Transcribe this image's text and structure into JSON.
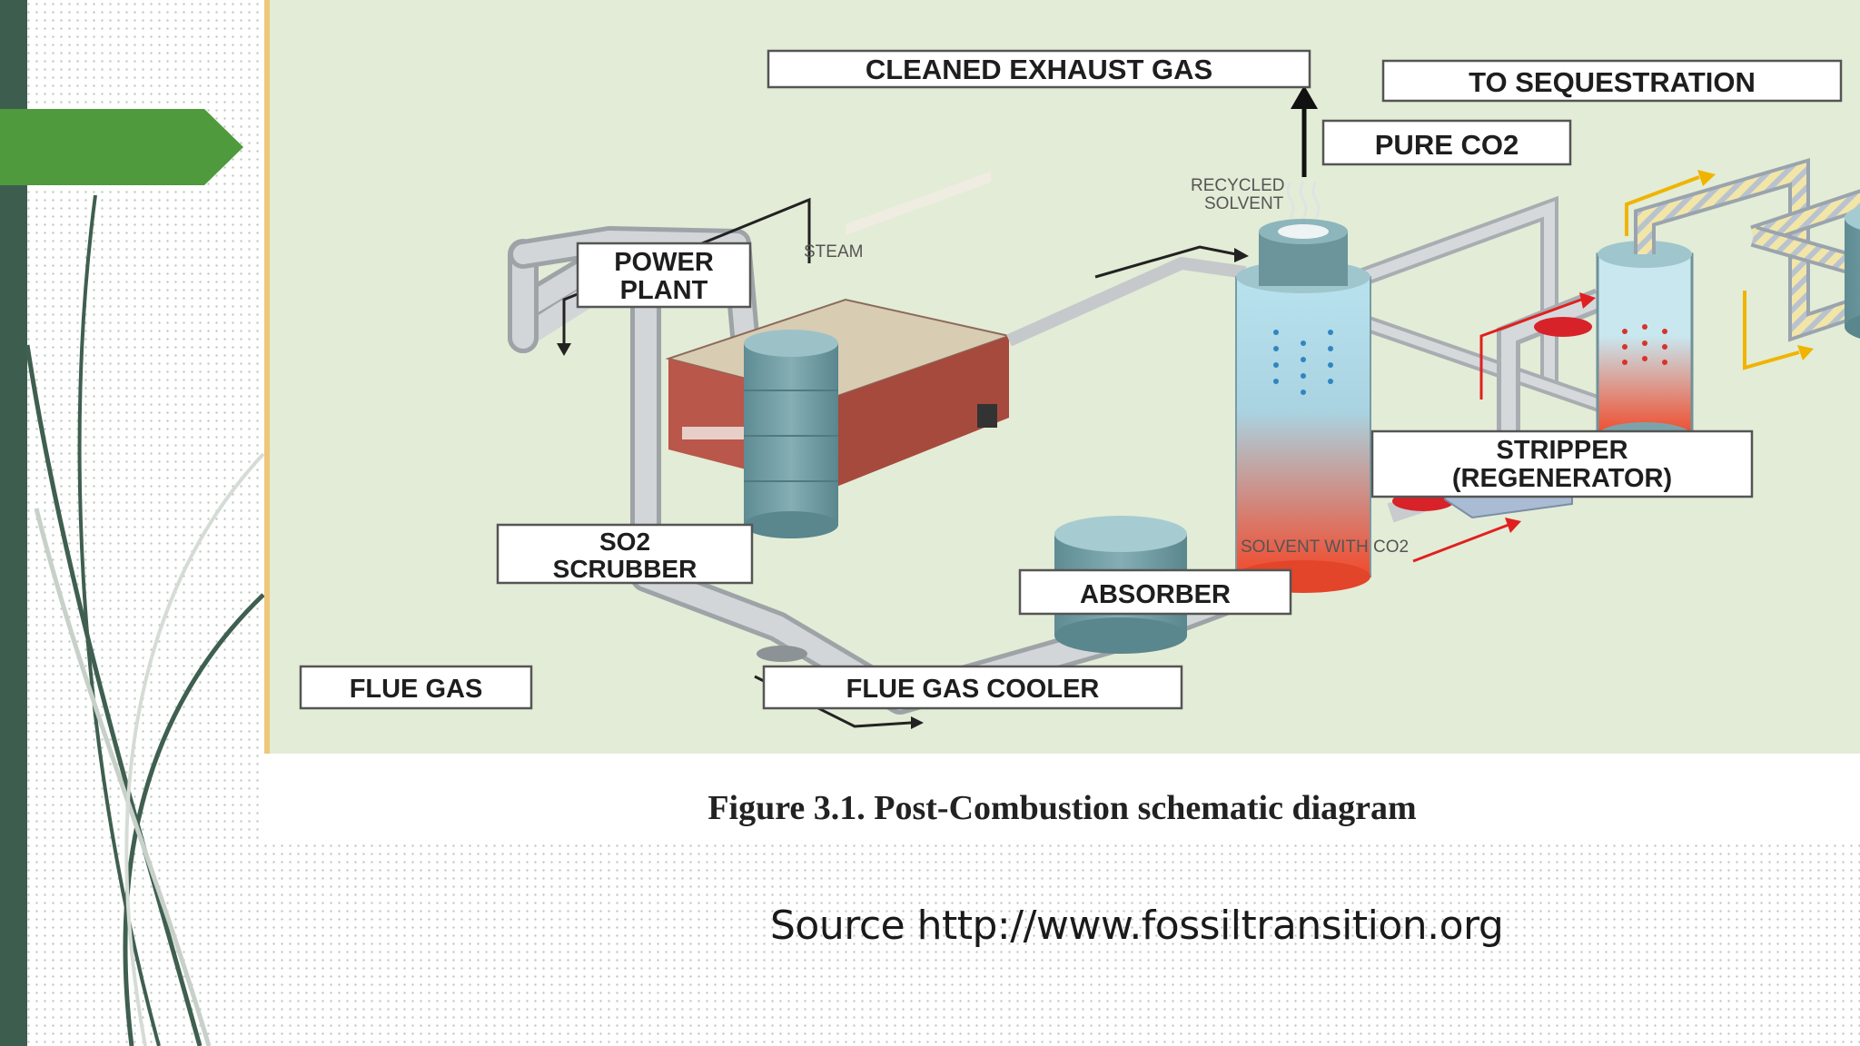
{
  "slide": {
    "source_text": "Source http://www.fossiltransition.org"
  },
  "figure": {
    "caption": "Figure 3.1. Post-Combustion schematic diagram",
    "labels": {
      "cleaned_exhaust_gas": "CLEANED EXHAUST GAS",
      "to_sequestration": "TO SEQUESTRATION",
      "pure_co2": "PURE CO2",
      "power_plant_line1": "POWER",
      "power_plant_line2": "PLANT",
      "so2_scrubber_line1": "SO2",
      "so2_scrubber_line2": "SCRUBBER",
      "stripper_line1": "STRIPPER",
      "stripper_line2": "(REGENERATOR)",
      "absorber": "ABSORBER",
      "flue_gas": "FLUE GAS",
      "flue_gas_cooler": "FLUE GAS COOLER",
      "steam": "STEAM",
      "recycled_solvent_line1": "RECYCLED",
      "recycled_solvent_line2": "SOLVENT",
      "solvent_with_co2": "SOLVENT WITH CO2"
    }
  },
  "colors": {
    "diagram_bg": "#e3ecd6",
    "pipe": "#c9cdd0",
    "tank": "#6f9aa0",
    "brick": "#b8574a",
    "accent_green": "#4f9a3c",
    "left_bar": "#3d5e4f"
  }
}
